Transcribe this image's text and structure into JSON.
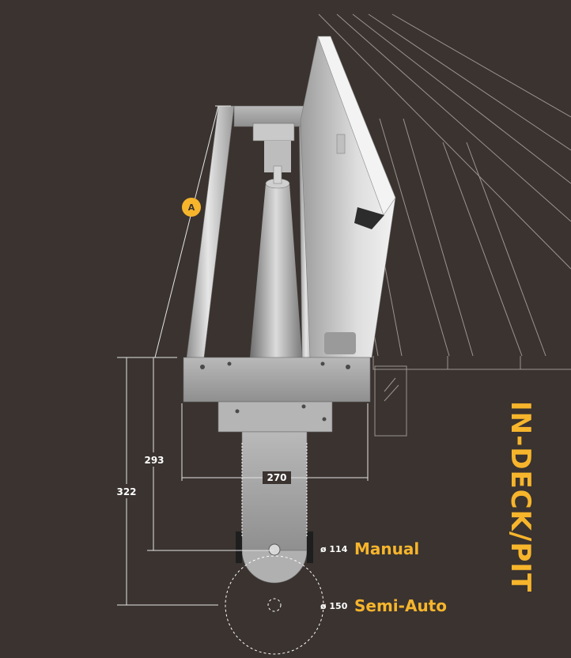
{
  "labels": {
    "marker": "A",
    "height_short": "293",
    "height_long": "322",
    "width": "270",
    "diameter_manual": "ø 114",
    "mode_manual": "Manual",
    "diameter_semi": "ø 150",
    "mode_semi": "Semi-Auto",
    "side_title": "IN-DECK/PIT"
  },
  "colors": {
    "background": "#3a3330",
    "accent": "#f7b52c",
    "line": "#d8d8d8"
  }
}
